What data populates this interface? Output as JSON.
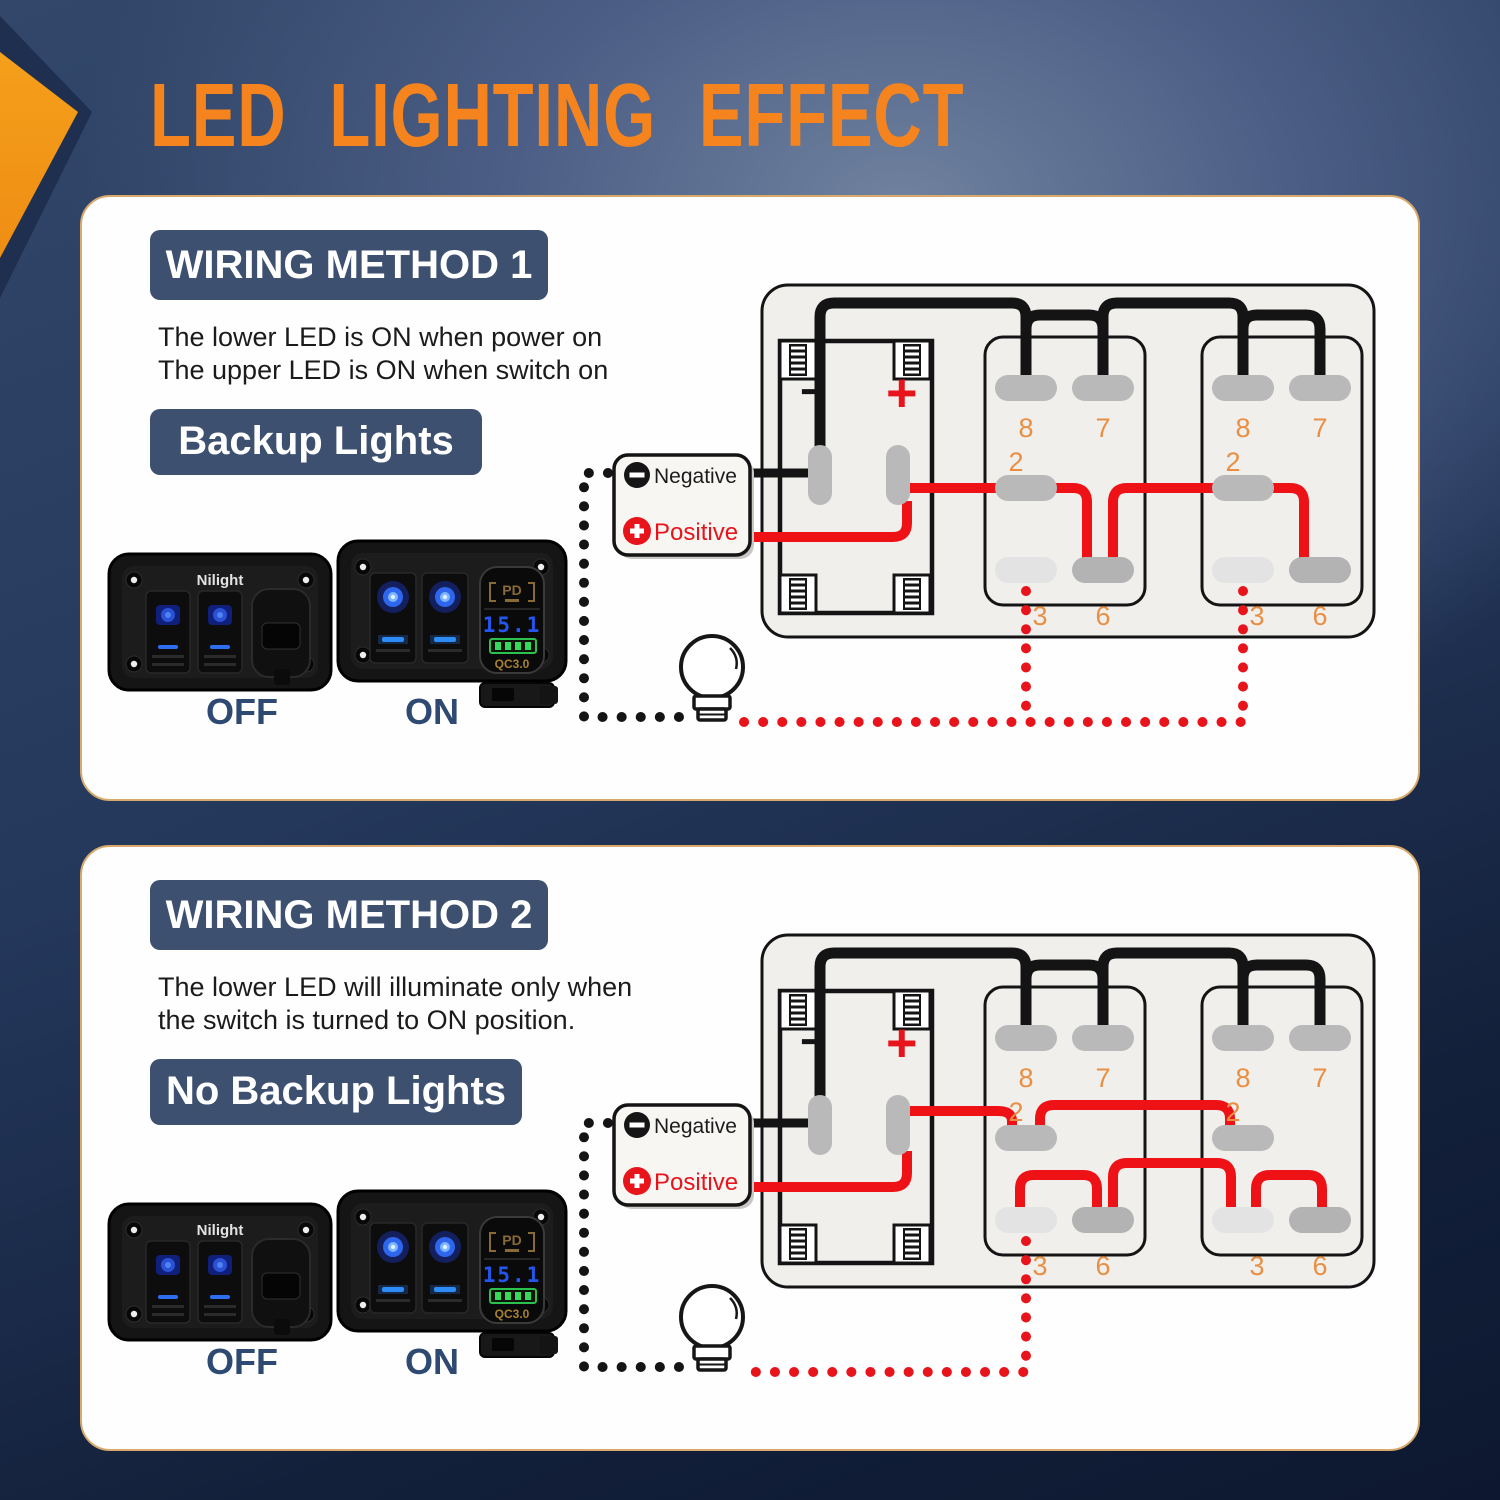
{
  "title": "LED LIGHTING EFFECT",
  "colors": {
    "accent_orange": "#F5841F",
    "navy_badge": "#3D5070",
    "wire_red": "#EE1116",
    "wire_black": "#141414",
    "terminal_number_orange": "#E98F43",
    "state_label_navy": "#2E4A72"
  },
  "product": {
    "brand": "Nilight",
    "off_label": "OFF",
    "on_label": "ON",
    "pd_label": "PD",
    "display_voltage": "15.1",
    "qc_label": "QC3.0"
  },
  "diagram": {
    "negative_label": "Negative",
    "positive_label": "Positive",
    "battery_minus": "−",
    "battery_plus": "+",
    "terminals": {
      "t8": "8",
      "t7": "7",
      "t2": "2",
      "t3": "3",
      "t6": "6"
    }
  },
  "sections": [
    {
      "method": "WIRING METHOD 1",
      "desc1": "The lower LED is ON when power on",
      "desc2": "The upper LED is ON when switch on",
      "tag": "Backup Lights"
    },
    {
      "method": "WIRING METHOD 2",
      "desc1": "The lower LED will illuminate only when",
      "desc2": "the switch is turned to ON position.",
      "tag": "No Backup Lights"
    }
  ]
}
